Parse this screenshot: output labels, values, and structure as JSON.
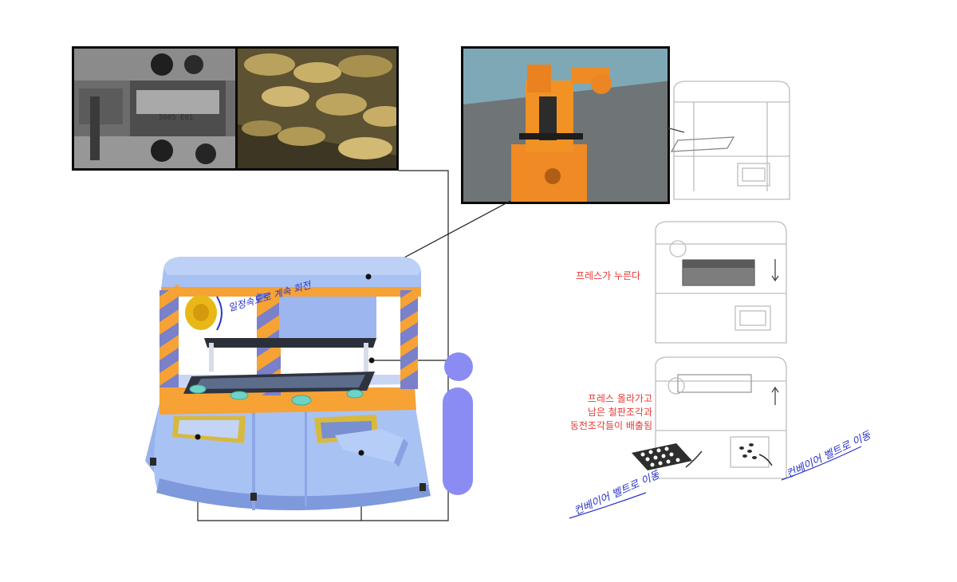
{
  "labels": {
    "press_down": "프레스가 누른다",
    "press_up_line1": "프레스 올라가고",
    "press_up_line2": "남은 철판조각과",
    "press_up_line3": "동전조각들이  배출됨",
    "hand_note_main": "일정속도로 계속 회전",
    "hand_note_left": "컨베이어 벨트로 이동",
    "hand_note_right": "컨베이어 벨트로 이동"
  },
  "photos": {
    "photo1_text": "5005 E01"
  },
  "colors": {
    "machine_blue": "#a7c1f2",
    "machine_dark_blue": "#6f8fe0",
    "stripe_orange": "#f6a234",
    "stripe_purple": "#7a80c9",
    "figure_blue": "#8a8cf3",
    "teal_button": "#6fd3c4",
    "sketch_gray": "#bdbdbd",
    "label_red": "#e53935",
    "handwriting_blue": "#2b34c8"
  }
}
